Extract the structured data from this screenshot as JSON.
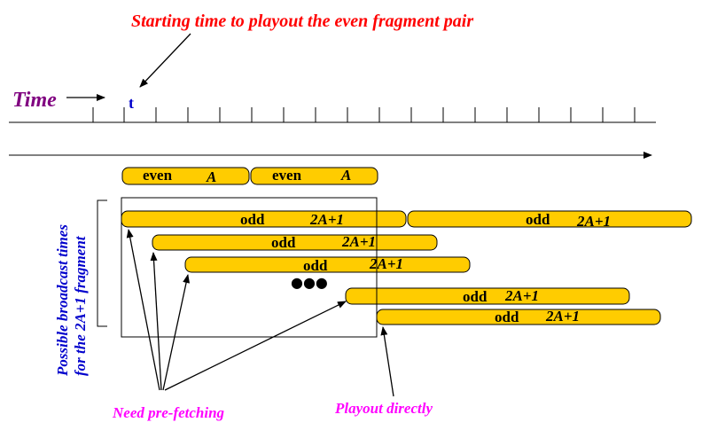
{
  "colors": {
    "background": "#ffffff",
    "bar_fill": "#ffcc00",
    "bar_stroke": "#000000",
    "title_red": "#ff0000",
    "time_label": "#800080",
    "t_label": "#0000cc",
    "side_label": "#0000cc",
    "bottom_labels": "#ff00ff",
    "line": "#000000"
  },
  "diagram": {
    "title": "Starting time to playout the even fragment pair",
    "time_label": "Time",
    "t_label": "t",
    "side_label_line1": "Possible broadcast times",
    "side_label_line2": "for the 2A+1 fragment",
    "dots": "●●●",
    "bottom_left": "Need pre-fetching",
    "bottom_right": "Playout directly"
  },
  "even_bars": [
    {
      "word": "even",
      "value": "A"
    },
    {
      "word": "even",
      "value": "A"
    }
  ],
  "odd_bars": [
    {
      "word": "odd",
      "value": "2A+1"
    },
    {
      "word": "odd",
      "value": "2A+1"
    },
    {
      "word": "odd",
      "value": "2A+1"
    },
    {
      "word": "odd",
      "value": "2A+1"
    },
    {
      "word": "odd",
      "value": "2A+1"
    },
    {
      "word": "odd",
      "value": "2A+1"
    }
  ]
}
